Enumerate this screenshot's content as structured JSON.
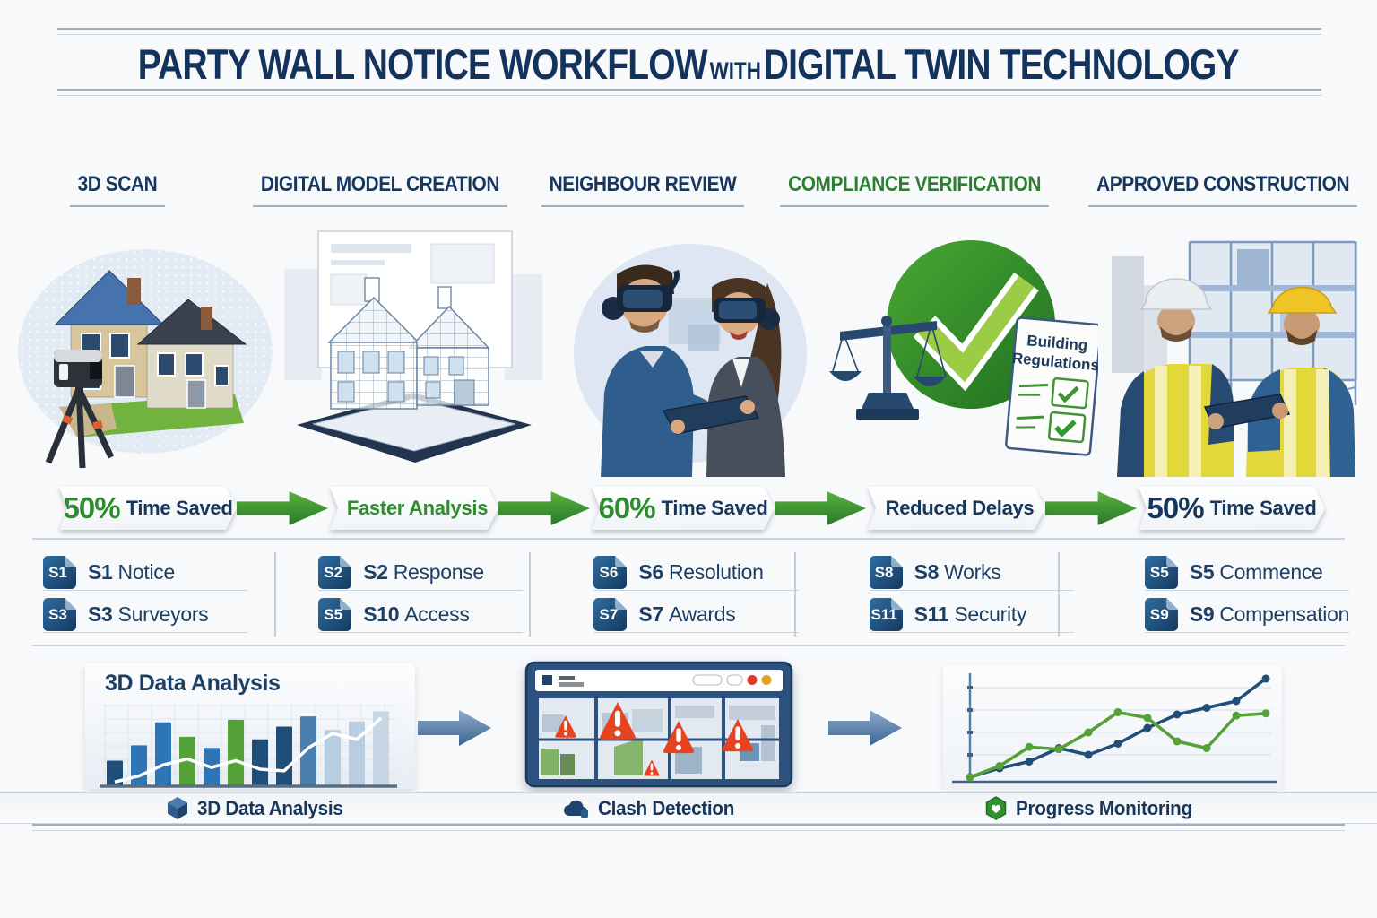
{
  "page": {
    "background": "#f8f9fb",
    "accent_navy": "#17365c",
    "accent_green": "#2e7d32",
    "arrow_green": "#3a8f3c",
    "warning_red": "#e8431f"
  },
  "header": {
    "title_part1": "PARTY WALL NOTICE WORKFLOW",
    "title_connector": "WITH",
    "title_part2": "DIGITAL TWIN TECHNOLOGY"
  },
  "stages": [
    {
      "title": "3D SCAN",
      "title_color": "#17365c"
    },
    {
      "title": "DIGITAL MODEL CREATION",
      "title_color": "#17365c"
    },
    {
      "title": "NEIGHBOUR REVIEW",
      "title_color": "#17365c"
    },
    {
      "title": "COMPLIANCE VERIFICATION",
      "title_color": "#2e7d32"
    },
    {
      "title": "APPROVED CONSTRUCTION",
      "title_color": "#17365c"
    }
  ],
  "compliance_doc": {
    "line1": "Building",
    "line2": "Regulations"
  },
  "banners": [
    {
      "big": "50%",
      "big_color": "#2e8b2e",
      "text": "Time Saved",
      "text_color": "#17365c"
    },
    {
      "big": "",
      "big_color": "#2e8b2e",
      "text": "Faster Analysis",
      "text_color": "#2e8b2e"
    },
    {
      "big": "60%",
      "big_color": "#2e8b2e",
      "text": "Time Saved",
      "text_color": "#17365c"
    },
    {
      "big": "",
      "big_color": "#17365c",
      "text": "Reduced Delays",
      "text_color": "#17365c"
    },
    {
      "big": "50%",
      "big_color": "#17365c",
      "text": "Time Saved",
      "text_color": "#17365c"
    }
  ],
  "tag_columns": [
    {
      "tags": [
        {
          "badge": "S1",
          "code": "S1",
          "label": "Notice"
        },
        {
          "badge": "S3",
          "code": "S3",
          "label": "Surveyors"
        }
      ]
    },
    {
      "tags": [
        {
          "badge": "S2",
          "code": "S2",
          "label": "Response"
        },
        {
          "badge": "S5",
          "code": "S10",
          "label": "Access"
        }
      ]
    },
    {
      "tags": [
        {
          "badge": "S6",
          "code": "S6",
          "label": "Resolution"
        },
        {
          "badge": "S7",
          "code": "S7",
          "label": "Awards"
        }
      ]
    },
    {
      "tags": [
        {
          "badge": "S8",
          "code": "S8",
          "label": "Works"
        },
        {
          "badge": "S11",
          "code": "S11",
          "label": "Security"
        }
      ]
    },
    {
      "tags": [
        {
          "badge": "S5",
          "code": "S5",
          "label": "Commence"
        },
        {
          "badge": "S9",
          "code": "S9",
          "label": "Compensation"
        }
      ]
    }
  ],
  "bottom": {
    "panel_title": "3D Data Analysis",
    "captions": [
      {
        "icon": "cube-3d-icon",
        "label": "3D Data Analysis"
      },
      {
        "icon": "cloud-icon",
        "label": "Clash Detection"
      },
      {
        "icon": "hexagon-check-icon",
        "label": "Progress Monitoring"
      }
    ]
  },
  "chart_data": [
    {
      "type": "bar",
      "title": "3D Data Analysis",
      "values": [
        30,
        48,
        75,
        58,
        45,
        78,
        55,
        70,
        82,
        66,
        76,
        88
      ],
      "colors": [
        "#1f4e79",
        "#2e75b6",
        "#2e75b6",
        "#56a038",
        "#2e75b6",
        "#56a038",
        "#1f4e79",
        "#1f4e79",
        "#4a7fae",
        "#b9cde0",
        "#b9cde0",
        "#c7d7e6"
      ],
      "trend": [
        5,
        12,
        25,
        32,
        22,
        30,
        20,
        18,
        45,
        62,
        55,
        80
      ],
      "ylim": [
        0,
        100
      ],
      "grid": true,
      "legend": "none"
    },
    {
      "type": "line",
      "title": "Progress Monitoring",
      "x": [
        0,
        1,
        2,
        3,
        4,
        5,
        6,
        7,
        8,
        9,
        10
      ],
      "series": [
        {
          "name": "series-blue",
          "color": "#1f4e79",
          "values": [
            0,
            8,
            14,
            26,
            20,
            30,
            44,
            56,
            62,
            68,
            88
          ]
        },
        {
          "name": "series-green",
          "color": "#56a038",
          "values": [
            0,
            10,
            27,
            25,
            40,
            58,
            53,
            32,
            26,
            55,
            57
          ]
        }
      ],
      "ylim": [
        0,
        100
      ],
      "grid": true,
      "legend": "none"
    }
  ]
}
